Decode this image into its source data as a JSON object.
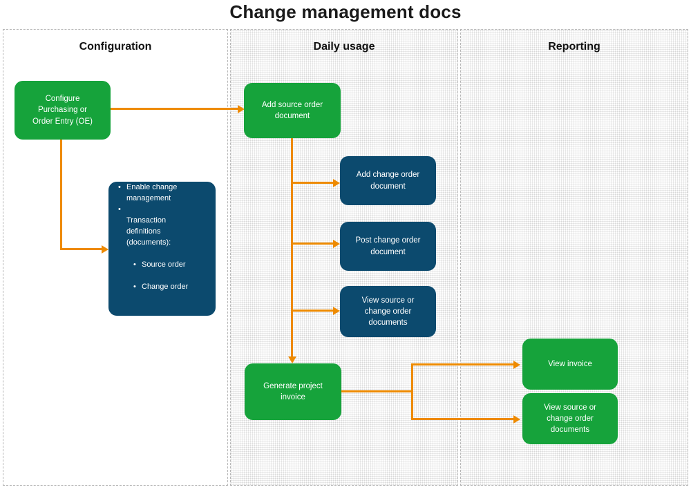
{
  "title": "Change management docs",
  "colors": {
    "green": "#16A33B",
    "blue": "#0C4A6E",
    "orange": "#EE8A00",
    "laneBorder": "#b5b5b5",
    "dot": "#d8d8d8",
    "ink": "#1a1a1a"
  },
  "lanes": [
    {
      "label": "Configuration"
    },
    {
      "label": "Daily usage"
    },
    {
      "label": "Reporting"
    }
  ],
  "nodes": {
    "configure_oe": {
      "label": "Configure\nPurchasing or\nOrder Entry (OE)"
    },
    "config_details": {
      "bullets": [
        "Enable change\nmanagement",
        {
          "text": "Transaction\ndefinitions\n(documents):",
          "sub": [
            "Source order",
            "Change order"
          ]
        }
      ]
    },
    "add_source": {
      "label": "Add source order\ndocument"
    },
    "add_change": {
      "label": "Add change order\ndocument"
    },
    "post_change": {
      "label": "Post change order\ndocument"
    },
    "view_source_daily": {
      "label": "View source or\nchange order\ndocuments"
    },
    "generate_invoice": {
      "label": "Generate project\ninvoice"
    },
    "view_invoice": {
      "label": "View invoice"
    },
    "view_source_reporting": {
      "label": "View source or\nchange order\ndocuments"
    }
  }
}
